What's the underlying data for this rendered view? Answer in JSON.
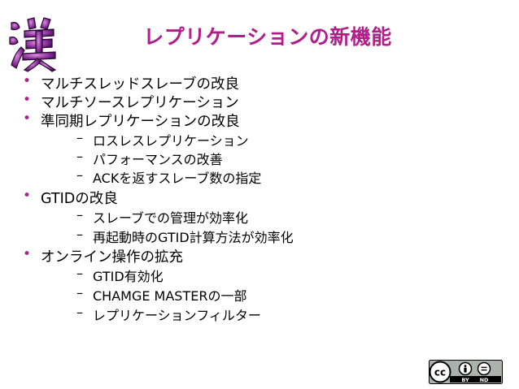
{
  "title": "レプリケーションの新機能",
  "colors": {
    "title": "#b01e89",
    "bullet": "#b01e89"
  },
  "logo_icon": "kanji-logo-icon",
  "items": [
    {
      "level": 1,
      "bullet": "•",
      "text": "マルチスレッドスレーブの改良"
    },
    {
      "level": 1,
      "bullet": "•",
      "text": "マルチソースレプリケーション"
    },
    {
      "level": 1,
      "bullet": "•",
      "text": "準同期レプリケーションの改良"
    },
    {
      "level": 2,
      "bullet": "–",
      "text": "ロスレスレプリケーション"
    },
    {
      "level": 2,
      "bullet": "–",
      "text": "パフォーマンスの改善"
    },
    {
      "level": 2,
      "bullet": "–",
      "text": "ACKを返すスレーブ数の指定"
    },
    {
      "level": 1,
      "bullet": "•",
      "text": "GTIDの改良"
    },
    {
      "level": 2,
      "bullet": "–",
      "text": "スレーブでの管理が効率化"
    },
    {
      "level": 2,
      "bullet": "–",
      "text": "再起動時のGTID計算方法が効率化"
    },
    {
      "level": 1,
      "bullet": "•",
      "text": "オンライン操作の拡充"
    },
    {
      "level": 2,
      "bullet": "–",
      "text": "GTID有効化"
    },
    {
      "level": 2,
      "bullet": "–",
      "text": "CHAMGE MASTERの一部"
    },
    {
      "level": 2,
      "bullet": "–",
      "text": "レプリケーションフィルター"
    }
  ],
  "license": {
    "icon": "cc-by-nd-icon",
    "by_label": "BY",
    "nd_label": "ND"
  }
}
